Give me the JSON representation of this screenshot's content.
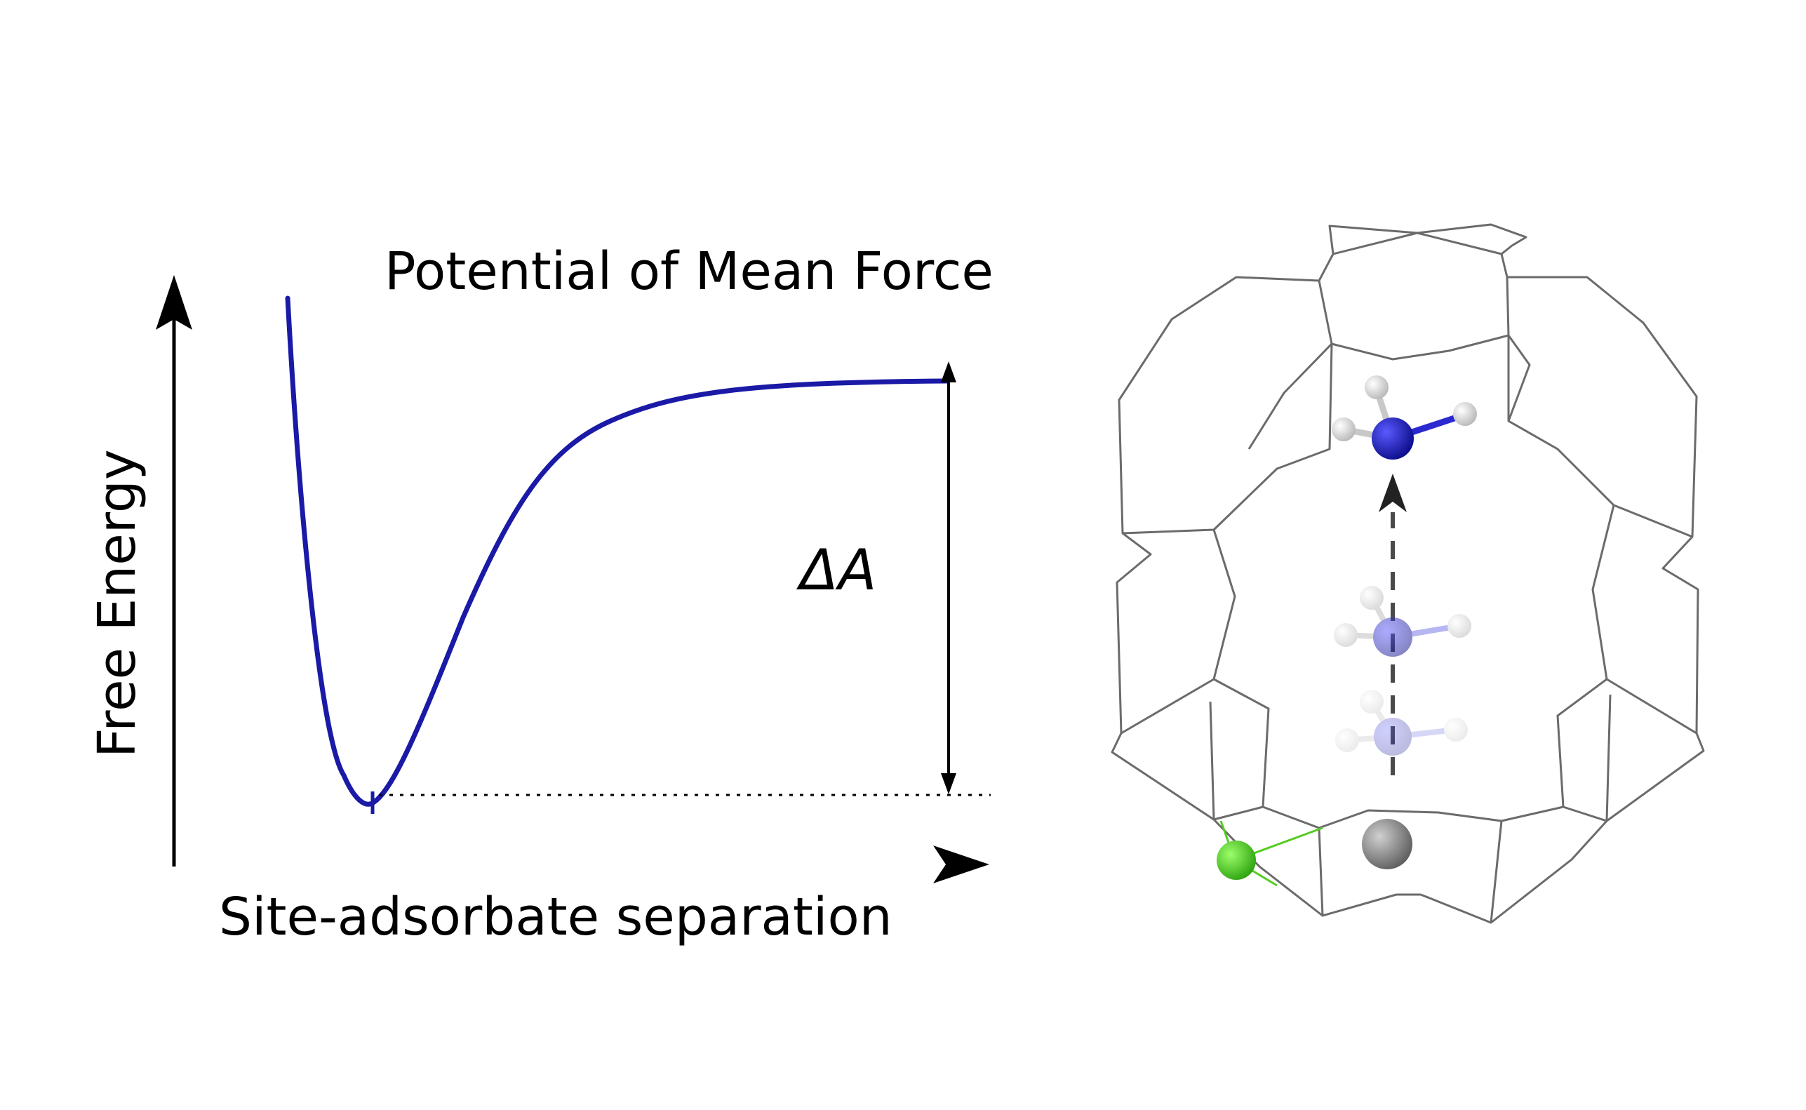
{
  "diagram": {
    "title": "Potential of Mean Force",
    "y_axis_label": "Free Energy",
    "x_axis_label": "Site-adsorbate separation",
    "delta_label": "ΔA",
    "colors": {
      "curve": "#1a1aa6",
      "framework": "#6b6b6b",
      "nitrogen": "#1414b4",
      "hydrogen": "#e6e6e6",
      "metal_site": "#55cc22",
      "cation": "#8a8a8a"
    }
  }
}
